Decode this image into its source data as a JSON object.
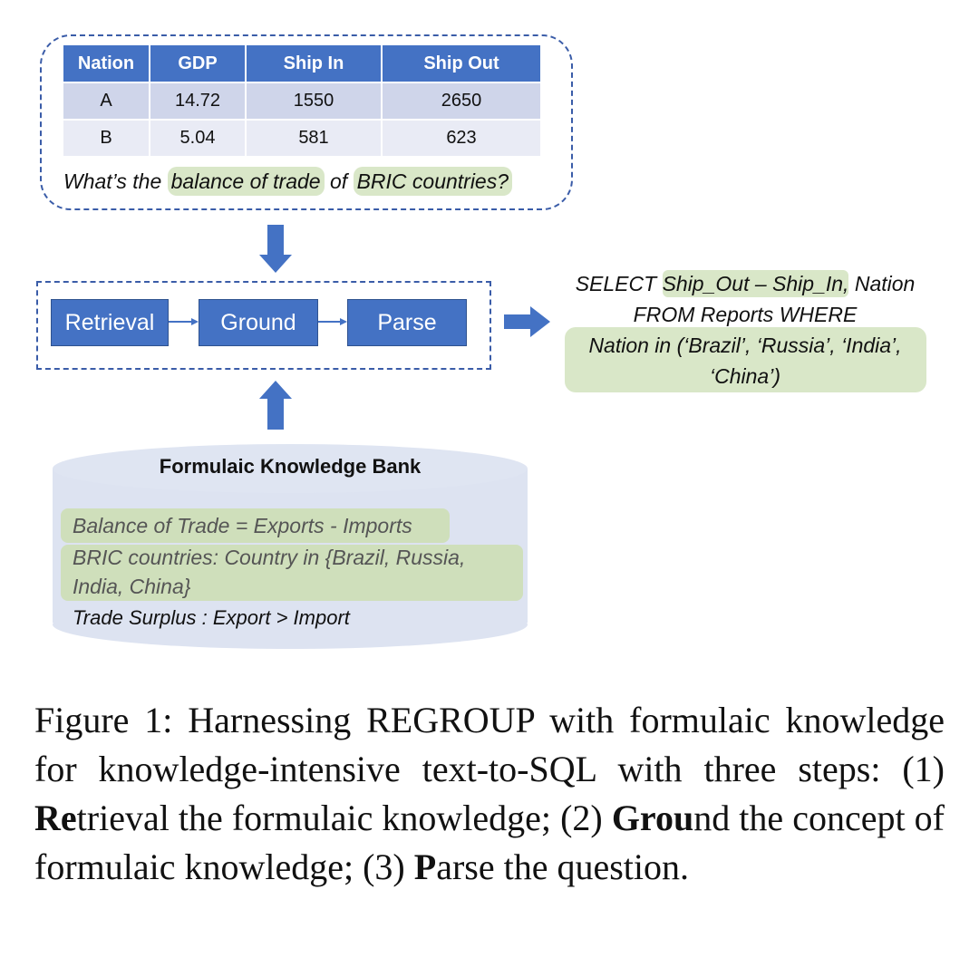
{
  "table": {
    "headers": [
      "Nation",
      "GDP",
      "Ship In",
      "Ship Out"
    ],
    "rows": [
      [
        "A",
        "14.72",
        "1550",
        "2650"
      ],
      [
        "B",
        "5.04",
        "581",
        "623"
      ]
    ]
  },
  "question": {
    "pre": "What’s the ",
    "term1": "balance of trade",
    "mid": " of ",
    "term2": "BRIC countries?"
  },
  "pipeline": {
    "steps": [
      "Retrieval",
      "Ground",
      "Parse"
    ]
  },
  "sql": {
    "line1_pre": "SELECT ",
    "line1_hl": "Ship_Out – Ship_In,",
    "line1_post": " Nation",
    "line2": "FROM Reports WHERE",
    "line3": "Nation in (‘Brazil’, ‘Russia’, ‘India’,",
    "line4": "‘China’)"
  },
  "knowledge_bank": {
    "title": "Formulaic Knowledge Bank",
    "items": [
      "Balance of Trade = Exports - Imports",
      "BRIC countries: Country in {Brazil, Russia,",
      "India, China}",
      "Trade Surplus : Export > Import"
    ]
  },
  "caption": {
    "prefix": "Figure 1: Harnessing ",
    "name": "REGROUP",
    "p1": " with formulaic knowledge for knowledge-intensive text-to-SQL with three steps: (1) ",
    "b1": "Re",
    "p2": "trieval the formulaic knowledge; (2) ",
    "b2": "Grou",
    "p3": "nd the concept of formulaic knowledge; (3) ",
    "b3": "P",
    "p4": "arse the question."
  },
  "colors": {
    "accent_blue": "#4472c4",
    "highlight_green": "#d9e7c8",
    "cylinder_fill": "#dde3f1"
  }
}
